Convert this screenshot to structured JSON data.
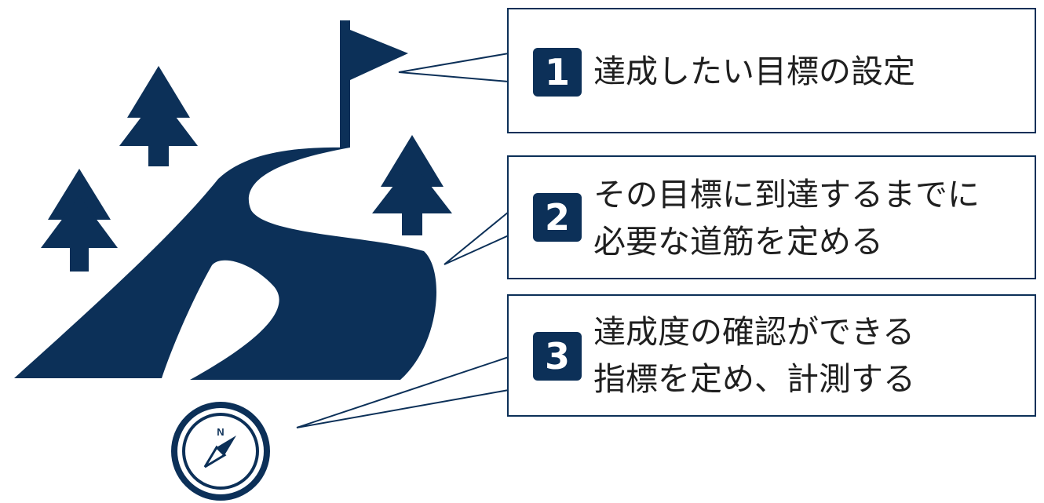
{
  "colors": {
    "primary": "#0c3058",
    "text": "#1f1f1f",
    "background": "#ffffff"
  },
  "icons": [
    "pine-tree-icon",
    "goal-flag-icon",
    "winding-road-icon",
    "compass-icon"
  ],
  "compass": {
    "north_label": "N"
  },
  "steps": [
    {
      "number": "1",
      "lines": [
        "達成したい目標の設定"
      ]
    },
    {
      "number": "2",
      "lines": [
        "その目標に到達するまでに",
        "必要な道筋を定める"
      ]
    },
    {
      "number": "3",
      "lines": [
        "達成度の確認ができる",
        "指標を定め、計測する"
      ]
    }
  ]
}
